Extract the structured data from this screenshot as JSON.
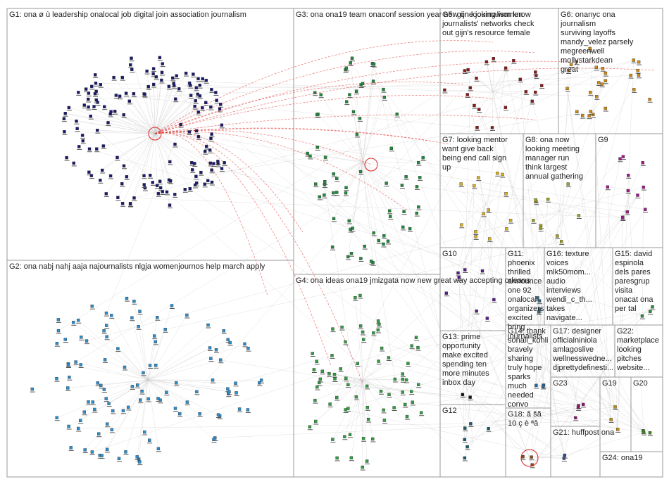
{
  "groups": [
    {
      "id": "G1",
      "label": "G1: ona ø ù leadership onalocal job digital join association journalism",
      "color": "#1a1a6e",
      "nodes": 150
    },
    {
      "id": "G2",
      "label": "G2: ona nabj nahj aaja najournalists nlgja womenjournos help march apply",
      "color": "#2a8fd0",
      "nodes": 110
    },
    {
      "id": "G3",
      "label": "G3: ona ona19 team onaconf session year new one journalism know",
      "color": "#1f8a3a",
      "nodes": 70
    },
    {
      "id": "G4",
      "label": "G4: ona ideas ona19 jmizgata now new great way accepting orleans",
      "color": "#2fa040",
      "nodes": 70
    },
    {
      "id": "G5",
      "label": "G5: gijn looking women journalists' networks check out gijn's resource female",
      "color": "#8a1a1a",
      "nodes": 22
    },
    {
      "id": "G6",
      "label": "G6: onanyc ona journalism surviving layoffs mandy_velez parsely megreenwell mollystarkdean great",
      "color": "#d08a10",
      "nodes": 26
    },
    {
      "id": "G7",
      "label": "G7: looking mentor want give back being end call sign up",
      "color": "#d8b020",
      "nodes": 14
    },
    {
      "id": "G8",
      "label": "G8: ona now looking meeting manager run think largest annual gathering",
      "color": "#a0a020",
      "nodes": 10
    },
    {
      "id": "G9",
      "label": "G9",
      "color": "#a01a8a",
      "nodes": 12
    },
    {
      "id": "G10",
      "label": "G10",
      "color": "#5a1a8a",
      "nodes": 8
    },
    {
      "id": "G11",
      "label": "G11: phoenix thrilled announce one 92 onalocal organizers excited bring journalists",
      "color": "#3a3a3a",
      "nodes": 5
    },
    {
      "id": "G16",
      "label": "G16: texture voices mlk50mom... audio interviews wendi_c_th... takes navigate...",
      "color": "#2a6a8a",
      "nodes": 4
    },
    {
      "id": "G15",
      "label": "G15: david espinola dels pares paresgrup visita onacat ona per tal",
      "color": "#2a8a3a",
      "nodes": 3
    },
    {
      "id": "G13",
      "label": "G13: prime opportunity make excited spending ten more minutes inbox day",
      "color": "#111111",
      "nodes": 2
    },
    {
      "id": "G14",
      "label": "G14: thank sonali_kohli bravely sharing truly hope sparks much needed convo",
      "color": "#2a6aa0",
      "nodes": 3
    },
    {
      "id": "G17",
      "label": "G17: designer officialniniola amlagoslive wellnesswedne... djprettydefinesti...",
      "color": "#6a8a2a",
      "nodes": 3
    },
    {
      "id": "G22",
      "label": "G22: marketplace looking pitches website...",
      "color": "#1a3a8a",
      "nodes": 2
    },
    {
      "id": "G12",
      "label": "G12",
      "color": "#1a5a6a",
      "nodes": 6
    },
    {
      "id": "G23",
      "label": "G23",
      "color": "#8a1a6a",
      "nodes": 4
    },
    {
      "id": "G19",
      "label": "G19",
      "color": "#c08a10",
      "nodes": 3
    },
    {
      "id": "G20",
      "label": "G20",
      "color": "#3a8a1a",
      "nodes": 3
    },
    {
      "id": "G18",
      "label": "G18: ã šã 10 ç è ªâ",
      "color": "#8a4a1a",
      "nodes": 3
    },
    {
      "id": "G21",
      "label": "G21: huffpost ona",
      "color": "#2a4a8a",
      "nodes": 2
    },
    {
      "id": "G24",
      "label": "G24: ona19",
      "color": "#2a7a8a",
      "nodes": 2
    }
  ]
}
